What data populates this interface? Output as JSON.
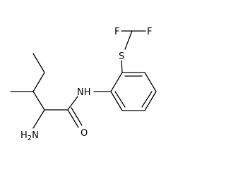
{
  "molecule": {
    "atoms": {
      "fluorine_left": "F",
      "fluorine_right": "F",
      "sulfur": "S",
      "amide_nh": "NH",
      "amine_nh2": "H2N",
      "carbonyl_oxygen": "O"
    },
    "colors": {
      "bond": "#000000",
      "label": "#000000",
      "background": "#ffffff"
    }
  }
}
